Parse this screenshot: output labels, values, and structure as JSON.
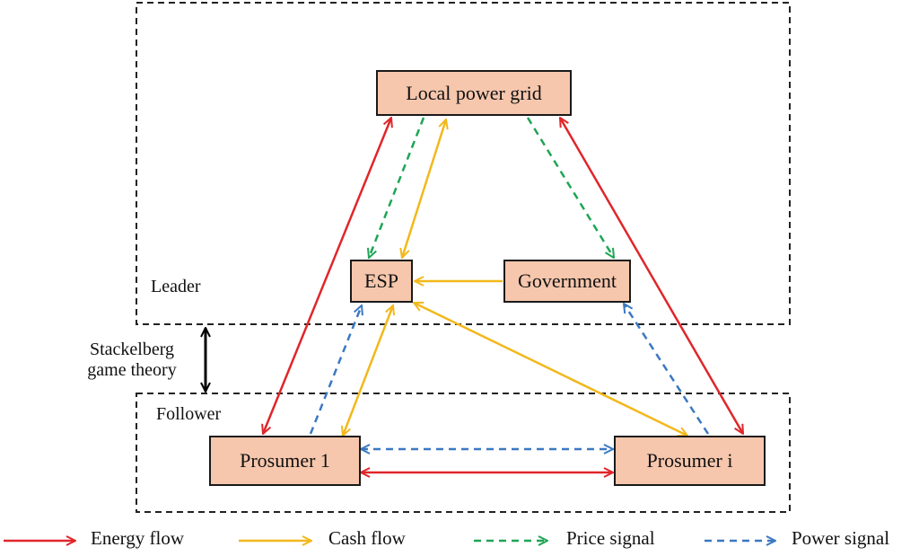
{
  "nodes": {
    "local_power_grid": "Local power grid",
    "esp": "ESP",
    "government": "Government",
    "prosumer_1": "Prosumer 1",
    "prosumer_i": "Prosumer i"
  },
  "regions": {
    "leader": "Leader",
    "follower": "Follower"
  },
  "stackelberg": {
    "line1": "Stackelberg",
    "line2": "game theory"
  },
  "legend": {
    "energy_flow": "Energy flow",
    "cash_flow": "Cash flow",
    "price_signal": "Price signal",
    "power_signal": "Power signal"
  },
  "colors": {
    "energy_flow": "#e0262a",
    "cash_flow": "#f2b81c",
    "price_signal": "#1ea556",
    "power_signal": "#3b78c2",
    "node_fill": "#f6c7ad"
  },
  "edges": [
    {
      "from": "local_power_grid",
      "to": "prosumer_1",
      "type": "energy_flow",
      "direction": "both"
    },
    {
      "from": "local_power_grid",
      "to": "prosumer_i",
      "type": "energy_flow",
      "direction": "both"
    },
    {
      "from": "prosumer_1",
      "to": "prosumer_i",
      "type": "energy_flow",
      "direction": "both"
    },
    {
      "from": "local_power_grid",
      "to": "esp",
      "type": "cash_flow",
      "direction": "both"
    },
    {
      "from": "government",
      "to": "esp",
      "type": "cash_flow",
      "direction": "forward"
    },
    {
      "from": "esp",
      "to": "prosumer_1",
      "type": "cash_flow",
      "direction": "both"
    },
    {
      "from": "esp",
      "to": "prosumer_i",
      "type": "cash_flow",
      "direction": "both"
    },
    {
      "from": "local_power_grid",
      "to": "esp",
      "type": "price_signal",
      "direction": "forward"
    },
    {
      "from": "local_power_grid",
      "to": "government",
      "type": "price_signal",
      "direction": "forward"
    },
    {
      "from": "prosumer_1",
      "to": "esp",
      "type": "power_signal",
      "direction": "forward"
    },
    {
      "from": "prosumer_i",
      "to": "government",
      "type": "power_signal",
      "direction": "forward"
    },
    {
      "from": "prosumer_1",
      "to": "prosumer_i",
      "type": "power_signal",
      "direction": "both"
    }
  ]
}
